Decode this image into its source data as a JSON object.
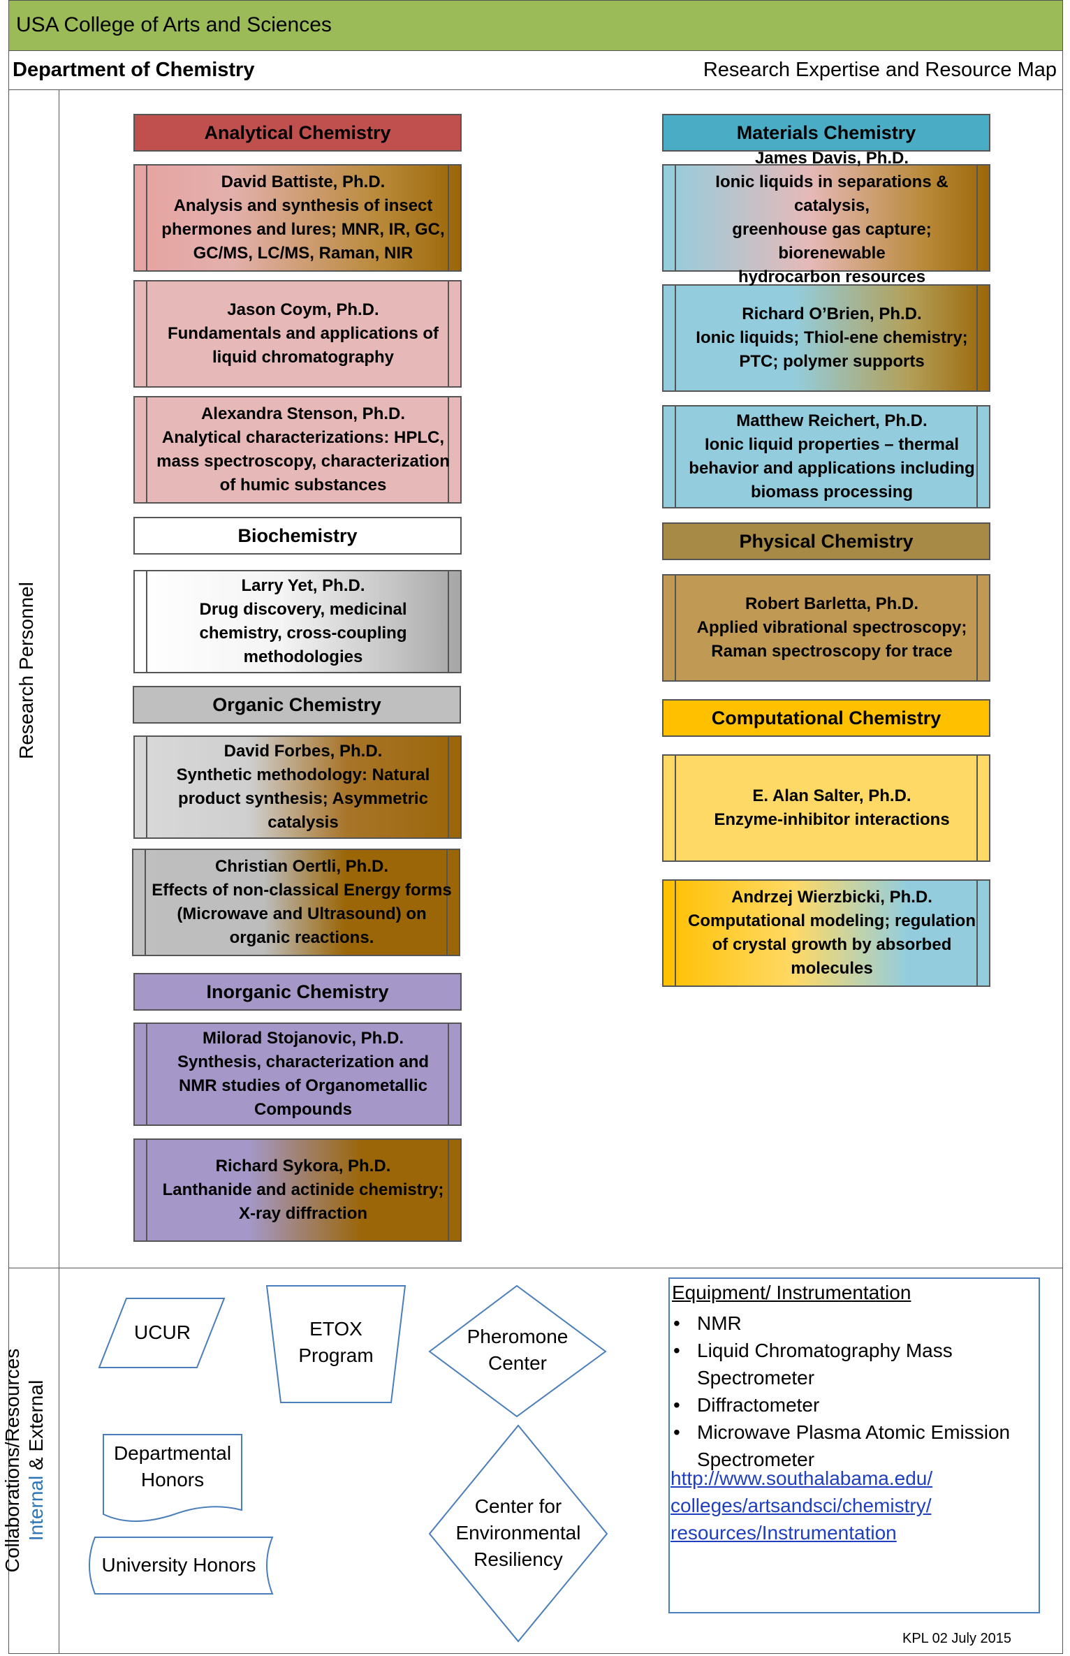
{
  "header": {
    "college": "USA College of Arts and Sciences",
    "department": "Department of Chemistry",
    "map_title": "Research Expertise and Resource Map"
  },
  "section_labels": {
    "personnel": "Research Personnel",
    "collab_line1": "Collaborations/Resources",
    "collab_internal": "Internal",
    "collab_and_external": " & External"
  },
  "categories": {
    "analytical": "Analytical Chemistry",
    "biochemistry": "Biochemistry",
    "organic": "Organic Chemistry",
    "inorganic": "Inorganic Chemistry",
    "materials": "Materials Chemistry",
    "physical": "Physical Chemistry",
    "computational": "Computational Chemistry"
  },
  "colors": {
    "analytical": "#c0504d",
    "analytical_light": "#e6b9b8",
    "materials": "#4bacc6",
    "materials_light": "#93cddd",
    "physical": "#a68a45",
    "organic": "#bfbfbf",
    "inorganic": "#a598c8",
    "computational": "#ffc000",
    "computational_light": "#ffd966",
    "brown": "#9b6608",
    "header_green": "#9bbb59"
  },
  "people": [
    {
      "lines": [
        "David Battiste, Ph.D.",
        "Analysis and synthesis of insect",
        "phermones and lures; MNR, IR, GC,",
        "GC/MS, LC/MS, Raman, NIR"
      ]
    },
    {
      "lines": [
        "Jason Coym, Ph.D.",
        "Fundamentals and applications of",
        "liquid chromatography"
      ]
    },
    {
      "lines": [
        "Alexandra Stenson, Ph.D.",
        "Analytical characterizations: HPLC,",
        "mass spectroscopy, characterization",
        "of humic substances"
      ]
    },
    {
      "lines": [
        "Larry Yet, Ph.D.",
        "Drug discovery, medicinal",
        "chemistry, cross-coupling",
        "methodologies"
      ]
    },
    {
      "lines": [
        "David Forbes, Ph.D.",
        "Synthetic methodology: Natural",
        "product synthesis; Asymmetric",
        "catalysis"
      ]
    },
    {
      "lines": [
        "Christian Oertli, Ph.D.",
        "Effects of non-classical Energy forms",
        "(Microwave and Ultrasound) on",
        "organic reactions."
      ]
    },
    {
      "lines": [
        "Milorad Stojanovic, Ph.D.",
        "Synthesis, characterization and",
        "NMR studies of Organometallic",
        "Compounds"
      ]
    },
    {
      "lines": [
        "Richard Sykora, Ph.D.",
        "Lanthanide and actinide chemistry;",
        "X-ray diffraction"
      ]
    },
    {
      "lines": [
        "James Davis, Ph.D.",
        "Ionic liquids in separations & catalysis,",
        "greenhouse gas capture; biorenewable",
        "hydrocarbon resources"
      ]
    },
    {
      "lines": [
        "Richard O’Brien, Ph.D.",
        "Ionic liquids; Thiol-ene chemistry;",
        "PTC; polymer supports"
      ]
    },
    {
      "lines": [
        "Matthew Reichert, Ph.D.",
        "Ionic liquid properties – thermal",
        "behavior and applications including",
        "biomass processing"
      ]
    },
    {
      "lines": [
        "Robert Barletta, Ph.D.",
        "Applied vibrational spectroscopy;",
        "Raman spectroscopy for trace"
      ]
    },
    {
      "lines": [
        "E. Alan Salter, Ph.D.",
        "Enzyme-inhibitor interactions"
      ]
    },
    {
      "lines": [
        "Andrzej Wierzbicki, Ph.D.",
        "Computational modeling; regulation",
        "of crystal growth by absorbed",
        "molecules"
      ]
    }
  ],
  "resources": {
    "ucur": "UCUR",
    "etox_line1": "ETOX",
    "etox_line2": "Program",
    "pheromone_line1": "Pheromone",
    "pheromone_line2": "Center",
    "honors_line1": "Departmental",
    "honors_line2": "Honors",
    "univ_honors": "University Honors",
    "cer_line1": "Center for",
    "cer_line2": "Environmental",
    "cer_line3": "Resiliency"
  },
  "equipment": {
    "title": "Equipment/ Instrumentation",
    "items": [
      "NMR",
      "Liquid Chromatography Mass Spectrometer",
      "Diffractometer",
      "Microwave Plasma Atomic Emission Spectrometer"
    ],
    "link_lines": [
      "http://www.southalabama.edu/",
      "colleges/artsandsci/chemistry/",
      "resources/Instrumentation"
    ]
  },
  "footer": "KPL 02 July 2015"
}
